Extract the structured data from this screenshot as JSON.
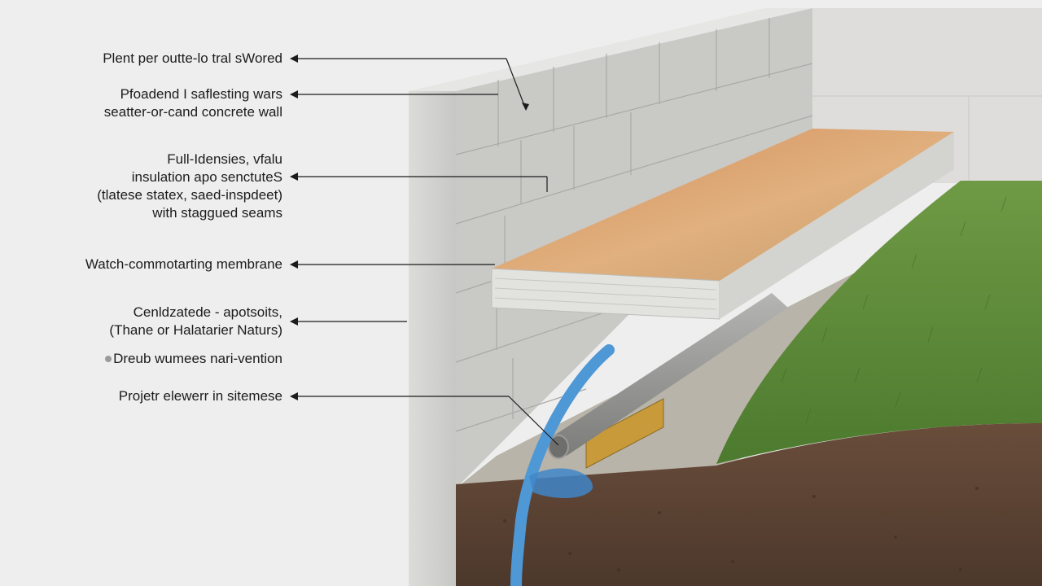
{
  "diagram": {
    "labels": [
      {
        "id": "label-1",
        "lines": [
          "Plent per outte-lo tral sWored"
        ]
      },
      {
        "id": "label-2",
        "lines": [
          "Pfoadend I saflesting wars",
          "seatter-or-cand concrete wall"
        ]
      },
      {
        "id": "label-3",
        "lines": [
          "Full-Idensies, vfalu",
          "insulation apo senctuteS",
          "(tlatese statex, saed-inspdeet)",
          "with staggued seams"
        ]
      },
      {
        "id": "label-4",
        "lines": [
          "Watch-commotarting membrane"
        ]
      },
      {
        "id": "label-5",
        "lines": [
          "Cenldzatede - apotsoits,",
          "(Thane or Halatarier Naturs)"
        ]
      },
      {
        "id": "label-6",
        "lines": [
          "Dreub wumees nari-vention"
        ]
      },
      {
        "id": "label-7",
        "lines": [
          "Projetr elewerr in sitemese"
        ]
      }
    ]
  },
  "colors": {
    "background": "#eeeeee",
    "block_wall": "#cfcfcc",
    "insulation_top": "#d9a878",
    "insulation_edge": "#e2e2de",
    "grass": "#5e8a3a",
    "soil": "#5a4233",
    "drain_pipe": "#9a9a98",
    "water_hose": "#4e98d6",
    "gravel": "#c89a3a",
    "text": "#1c1c1c"
  }
}
